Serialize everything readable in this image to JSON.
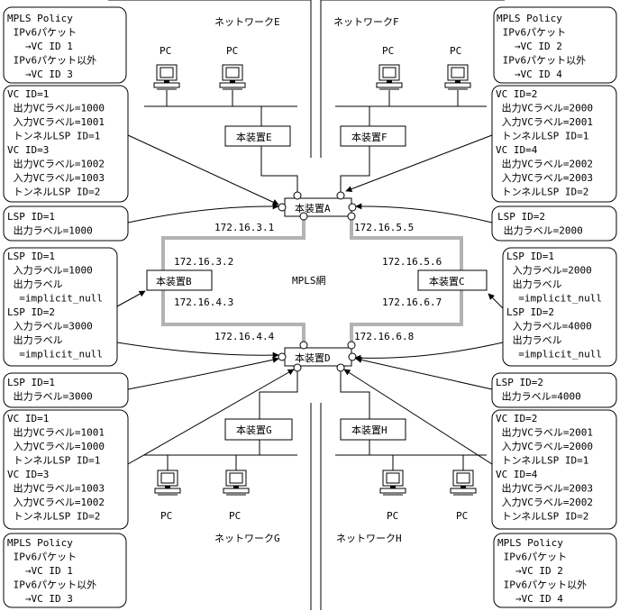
{
  "networks": {
    "e": "ネットワークE",
    "f": "ネットワークF",
    "g": "ネットワークG",
    "h": "ネットワークH",
    "mpls": "MPLS網"
  },
  "devices": {
    "a": "本装置A",
    "b": "本装置B",
    "c": "本装置C",
    "d": "本装置D",
    "e": "本装置E",
    "f": "本装置F",
    "g": "本装置G",
    "h": "本装置H"
  },
  "pc_label": "PC",
  "ips": {
    "a_left": "172.16.3.1",
    "a_right": "172.16.5.5",
    "b_top": "172.16.3.2",
    "b_bottom": "172.16.4.3",
    "c_top": "172.16.5.6",
    "c_bottom": "172.16.6.7",
    "d_left": "172.16.4.4",
    "d_right": "172.16.6.8"
  },
  "callouts": {
    "policy_e": [
      "MPLS Policy",
      " IPv6パケット",
      "   →VC ID 1",
      " IPv6パケット以外",
      "   →VC ID 3"
    ],
    "policy_f": [
      "MPLS Policy",
      " IPv6パケット",
      "   →VC ID 2",
      " IPv6パケット以外",
      "   →VC ID 4"
    ],
    "policy_g": [
      "MPLS Policy",
      " IPv6パケット",
      "   →VC ID 1",
      " IPv6パケット以外",
      "   →VC ID 3"
    ],
    "policy_h": [
      "MPLS Policy",
      " IPv6パケット",
      "   →VC ID 2",
      " IPv6パケット以外",
      "   →VC ID 4"
    ],
    "vc_e": [
      "VC ID=1",
      " 出力VCラベル=1000",
      " 入力VCラベル=1001",
      " トンネルLSP ID=1",
      "VC ID=3",
      " 出力VCラベル=1002",
      " 入力VCラベル=1003",
      " トンネルLSP ID=2"
    ],
    "vc_f": [
      "VC ID=2",
      " 出力VCラベル=2000",
      " 入力VCラベル=2001",
      " トンネルLSP ID=1",
      "VC ID=4",
      " 出力VCラベル=2002",
      " 入力VCラベル=2003",
      " トンネルLSP ID=2"
    ],
    "vc_g": [
      "VC ID=1",
      " 出力VCラベル=1001",
      " 入力VCラベル=1000",
      " トンネルLSP ID=1",
      "VC ID=3",
      " 出力VCラベル=1003",
      " 入力VCラベル=1002",
      " トンネルLSP ID=2"
    ],
    "vc_h": [
      "VC ID=2",
      " 出力VCラベル=2001",
      " 入力VCラベル=2000",
      " トンネルLSP ID=1",
      "VC ID=4",
      " 出力VCラベル=2003",
      " 入力VCラベル=2002",
      " トンネルLSP ID=2"
    ],
    "lsp_a_left": [
      "LSP ID=1",
      " 出力ラベル=1000"
    ],
    "lsp_a_right": [
      "LSP ID=2",
      " 出力ラベル=2000"
    ],
    "lsp_b": [
      "LSP ID=1",
      " 入力ラベル=1000",
      " 出力ラベル",
      "  =implicit_null",
      "LSP ID=2",
      " 入力ラベル=3000",
      " 出力ラベル",
      "  =implicit_null"
    ],
    "lsp_c": [
      "LSP ID=1",
      " 入力ラベル=2000",
      " 出力ラベル",
      "  =implicit_null",
      "LSP ID=2",
      " 入力ラベル=4000",
      " 出力ラベル",
      "  =implicit_null"
    ],
    "lsp_d_left": [
      "LSP ID=1",
      " 出力ラベル=3000"
    ],
    "lsp_d_right": [
      "LSP ID=2",
      " 出力ラベル=4000"
    ]
  }
}
